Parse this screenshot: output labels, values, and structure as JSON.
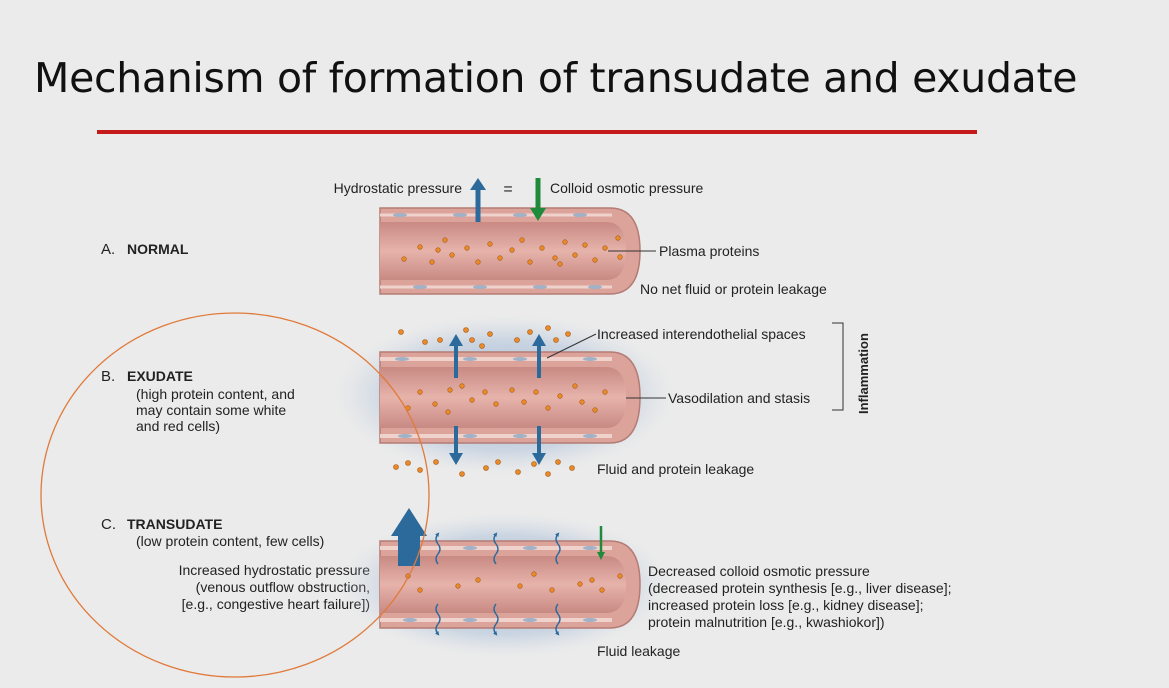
{
  "title": "Mechanism of formation of transudate and exudate",
  "colors": {
    "accent_line": "#c51a1a",
    "arrow_blue": "#2b6a9b",
    "arrow_green": "#1f8a3a",
    "circle": "#e07a3a"
  },
  "normal": {
    "letter": "A.",
    "name": "NORMAL",
    "hydrostatic": "Hydrostatic pressure",
    "equals": "=",
    "colloid": "Colloid osmotic pressure",
    "plasma": "Plasma proteins",
    "result": "No net fluid or protein leakage"
  },
  "exudate": {
    "letter": "B.",
    "name": "EXUDATE",
    "desc": [
      "(high protein content, and",
      "may contain some white",
      "and red cells)"
    ],
    "spaces": "Increased interendothelial spaces",
    "vasodilation": "Vasodilation and stasis",
    "inflammation": "Inflammation",
    "leak": "Fluid and protein leakage"
  },
  "transudate": {
    "letter": "C.",
    "name": "TRANSUDATE",
    "desc": "(low protein content, few cells)",
    "left": [
      "Increased hydrostatic pressure",
      "(venous outflow obstruction,",
      "[e.g., congestive heart failure])"
    ],
    "right": [
      "Decreased colloid osmotic pressure",
      "(decreased protein synthesis [e.g., liver disease];",
      "increased protein loss [e.g., kidney disease];",
      "protein malnutrition [e.g., kwashiokor])"
    ],
    "leak": "Fluid leakage"
  }
}
